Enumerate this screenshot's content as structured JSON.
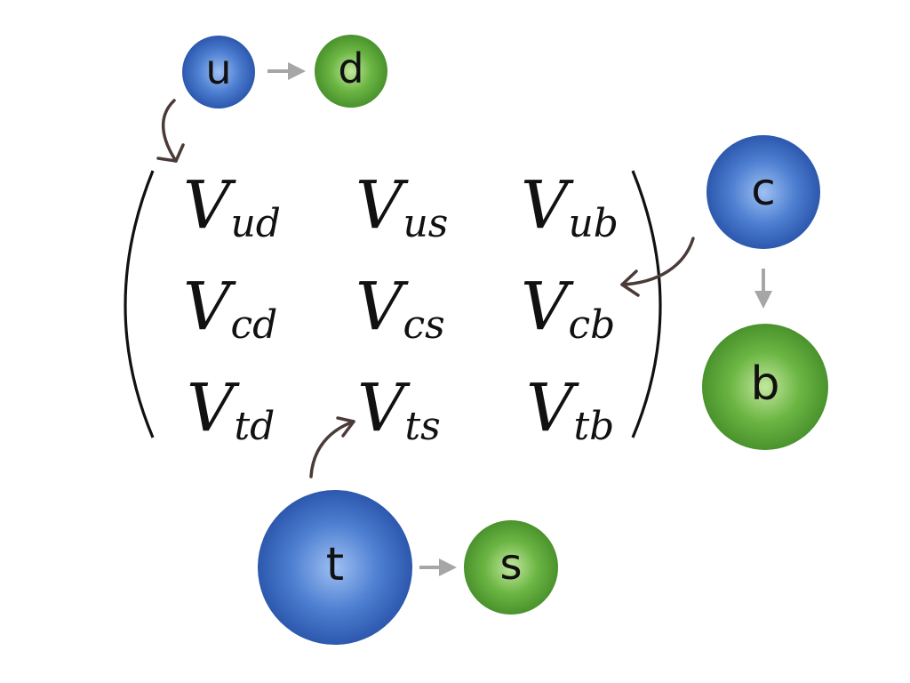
{
  "quarks": {
    "u": "u",
    "d": "d",
    "c": "c",
    "b": "b",
    "t": "t",
    "s": "s"
  },
  "matrix": {
    "symbol": "V",
    "rows": [
      [
        "ud",
        "us",
        "ub"
      ],
      [
        "cd",
        "cs",
        "cb"
      ],
      [
        "td",
        "ts",
        "tb"
      ]
    ]
  },
  "colors": {
    "up_type": "#3d6fc6",
    "down_type": "#5ba33b",
    "transition_arrow": "#a6a6a6",
    "curved_arrow": "#4a3b38"
  }
}
